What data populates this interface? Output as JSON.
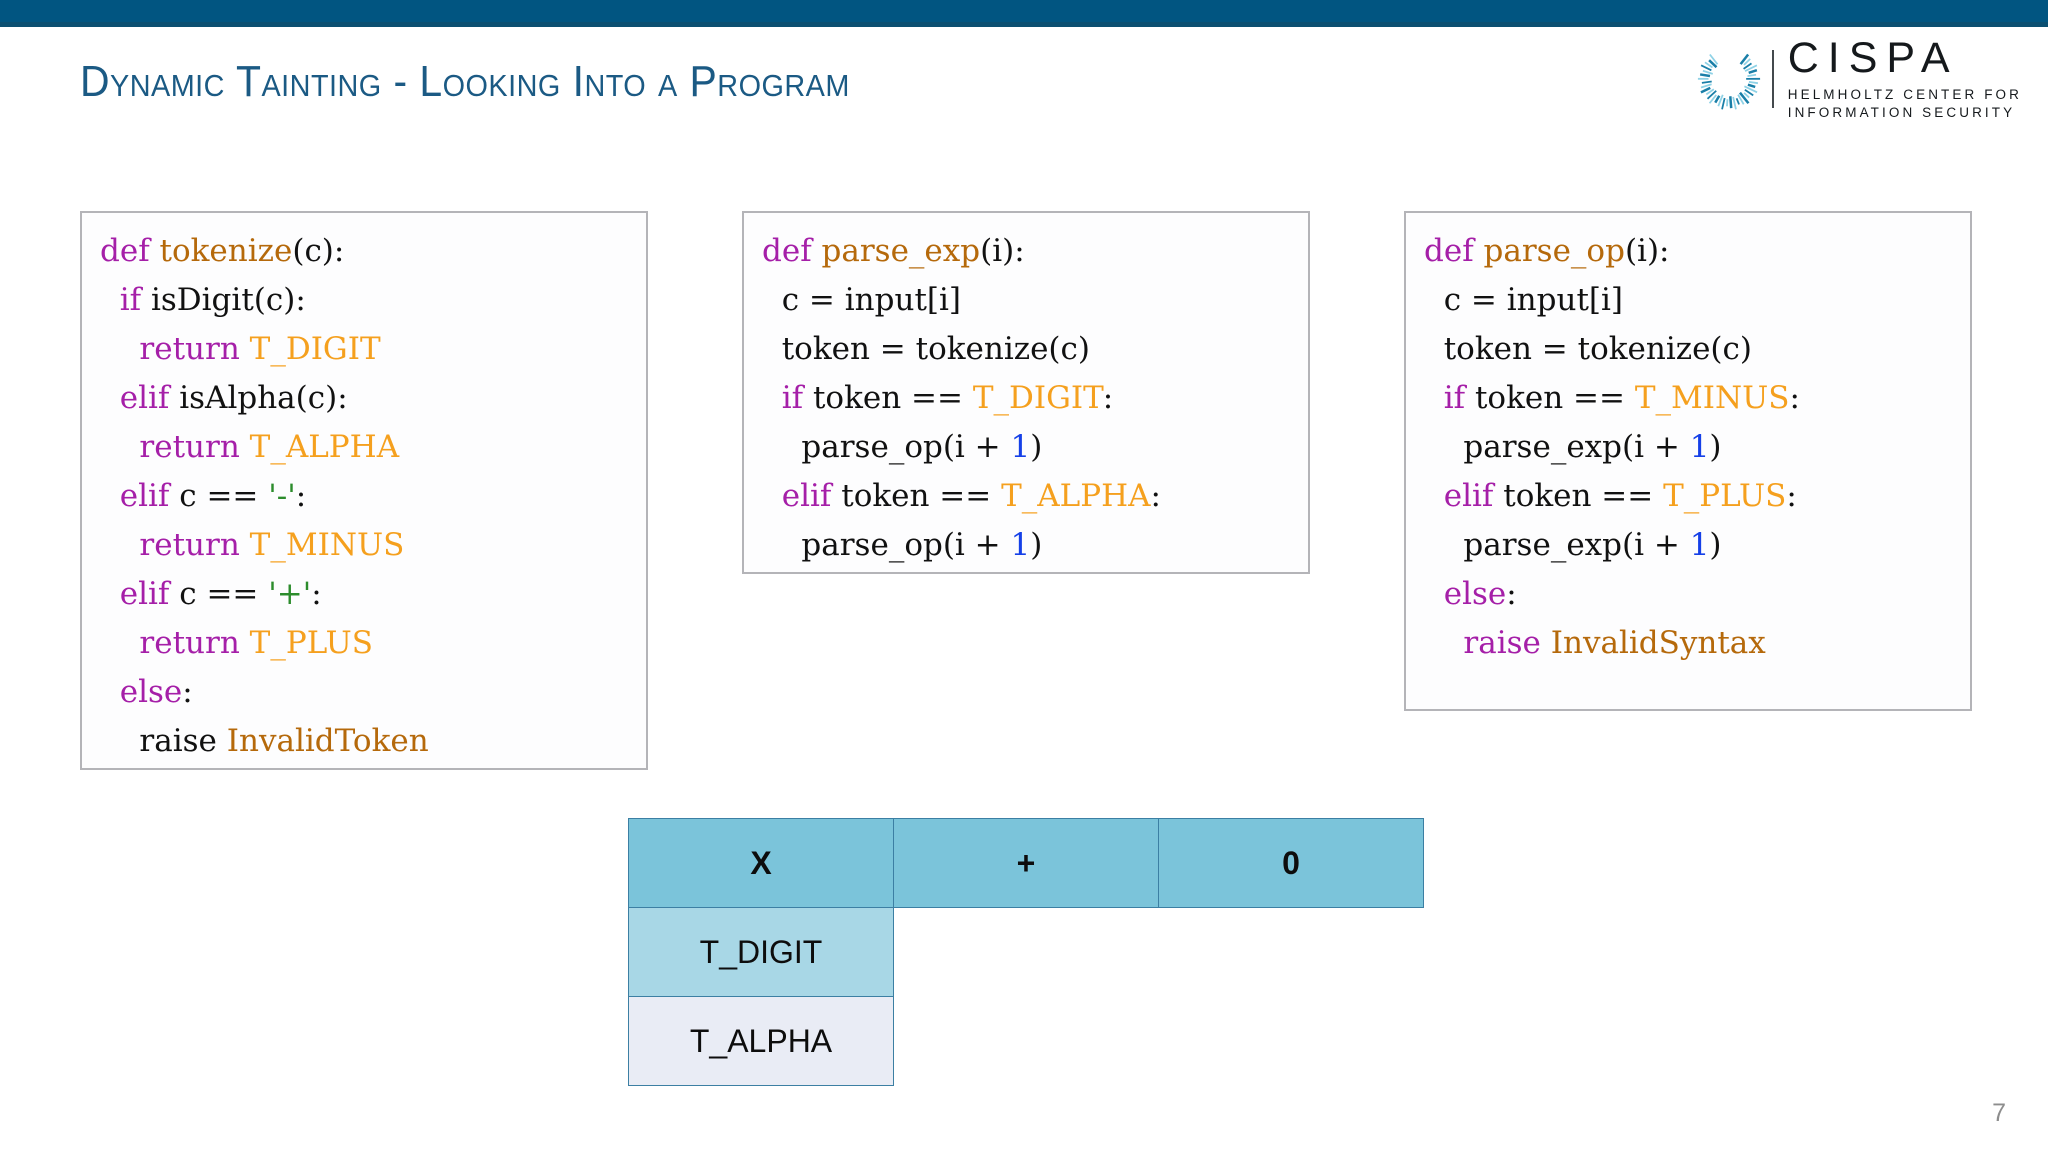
{
  "slide": {
    "title": "Dynamic Tainting - Looking Into a Program",
    "page_number": "7",
    "accent_bar_color": "#015581",
    "title_color": "#1b5a84"
  },
  "logo": {
    "mark_name": "cispa-c-mark",
    "title": "CISPA",
    "subtitle_line1": "HELMHOLTZ CENTER FOR",
    "subtitle_line2": "INFORMATION SECURITY",
    "mark_color_light": "#8fd2e6",
    "mark_color_dark": "#1a7fa8"
  },
  "syntax_colors": {
    "keyword": "#a51fa8",
    "function": "#b5690b",
    "constant": "#f5a01e",
    "string": "#2c8c2c",
    "number": "#1540e8",
    "plain": "#111111"
  },
  "code_blocks": [
    {
      "name": "tokenize",
      "lines": [
        [
          {
            "t": "def ",
            "c": "kw"
          },
          {
            "t": "tokenize",
            "c": "fn"
          },
          {
            "t": "(c):",
            "c": "plain"
          }
        ],
        [
          {
            "t": "  ",
            "c": "plain"
          },
          {
            "t": "if ",
            "c": "kw"
          },
          {
            "t": "isDigit(c):",
            "c": "plain"
          }
        ],
        [
          {
            "t": "    ",
            "c": "plain"
          },
          {
            "t": "return ",
            "c": "kw"
          },
          {
            "t": "T_DIGIT",
            "c": "const"
          }
        ],
        [
          {
            "t": "  ",
            "c": "plain"
          },
          {
            "t": "elif ",
            "c": "kw"
          },
          {
            "t": "isAlpha(c):",
            "c": "plain"
          }
        ],
        [
          {
            "t": "    ",
            "c": "plain"
          },
          {
            "t": "return ",
            "c": "kw"
          },
          {
            "t": "T_ALPHA",
            "c": "const"
          }
        ],
        [
          {
            "t": "  ",
            "c": "plain"
          },
          {
            "t": "elif ",
            "c": "kw"
          },
          {
            "t": "c == ",
            "c": "plain"
          },
          {
            "t": "'-'",
            "c": "str"
          },
          {
            "t": ":",
            "c": "plain"
          }
        ],
        [
          {
            "t": "    ",
            "c": "plain"
          },
          {
            "t": "return ",
            "c": "kw"
          },
          {
            "t": "T_MINUS",
            "c": "const"
          }
        ],
        [
          {
            "t": "  ",
            "c": "plain"
          },
          {
            "t": "elif ",
            "c": "kw"
          },
          {
            "t": "c == ",
            "c": "plain"
          },
          {
            "t": "'+'",
            "c": "str"
          },
          {
            "t": ":",
            "c": "plain"
          }
        ],
        [
          {
            "t": "    ",
            "c": "plain"
          },
          {
            "t": "return ",
            "c": "kw"
          },
          {
            "t": "T_PLUS",
            "c": "const"
          }
        ],
        [
          {
            "t": "  ",
            "c": "plain"
          },
          {
            "t": "else",
            "c": "kw"
          },
          {
            "t": ":",
            "c": "plain"
          }
        ],
        [
          {
            "t": "    raise ",
            "c": "plain"
          },
          {
            "t": "InvalidToken",
            "c": "fn"
          }
        ]
      ]
    },
    {
      "name": "parse_exp",
      "lines": [
        [
          {
            "t": "def ",
            "c": "kw"
          },
          {
            "t": "parse_exp",
            "c": "fn"
          },
          {
            "t": "(i):",
            "c": "plain"
          }
        ],
        [
          {
            "t": "  c = input[i]",
            "c": "plain"
          }
        ],
        [
          {
            "t": "  token = tokenize(c)",
            "c": "plain"
          }
        ],
        [
          {
            "t": "  ",
            "c": "plain"
          },
          {
            "t": "if ",
            "c": "kw"
          },
          {
            "t": "token == ",
            "c": "plain"
          },
          {
            "t": "T_DIGIT",
            "c": "const"
          },
          {
            "t": ":",
            "c": "plain"
          }
        ],
        [
          {
            "t": "    parse_op(i + ",
            "c": "plain"
          },
          {
            "t": "1",
            "c": "num"
          },
          {
            "t": ")",
            "c": "plain"
          }
        ],
        [
          {
            "t": "  ",
            "c": "plain"
          },
          {
            "t": "elif ",
            "c": "kw"
          },
          {
            "t": "token == ",
            "c": "plain"
          },
          {
            "t": "T_ALPHA",
            "c": "const"
          },
          {
            "t": ":",
            "c": "plain"
          }
        ],
        [
          {
            "t": "    parse_op(i + ",
            "c": "plain"
          },
          {
            "t": "1",
            "c": "num"
          },
          {
            "t": ")",
            "c": "plain"
          }
        ]
      ]
    },
    {
      "name": "parse_op",
      "lines": [
        [
          {
            "t": "def ",
            "c": "kw"
          },
          {
            "t": "parse_op",
            "c": "fn"
          },
          {
            "t": "(i):",
            "c": "plain"
          }
        ],
        [
          {
            "t": "  c = input[i]",
            "c": "plain"
          }
        ],
        [
          {
            "t": "  token = tokenize(c)",
            "c": "plain"
          }
        ],
        [
          {
            "t": "  ",
            "c": "plain"
          },
          {
            "t": "if ",
            "c": "kw"
          },
          {
            "t": "token == ",
            "c": "plain"
          },
          {
            "t": "T_MINUS",
            "c": "const"
          },
          {
            "t": ":",
            "c": "plain"
          }
        ],
        [
          {
            "t": "    parse_exp(i + ",
            "c": "plain"
          },
          {
            "t": "1",
            "c": "num"
          },
          {
            "t": ")",
            "c": "plain"
          }
        ],
        [
          {
            "t": "  ",
            "c": "plain"
          },
          {
            "t": "elif ",
            "c": "kw"
          },
          {
            "t": "token == ",
            "c": "plain"
          },
          {
            "t": "T_PLUS",
            "c": "const"
          },
          {
            "t": ":",
            "c": "plain"
          }
        ],
        [
          {
            "t": "    parse_exp(i + ",
            "c": "plain"
          },
          {
            "t": "1",
            "c": "num"
          },
          {
            "t": ")",
            "c": "plain"
          }
        ],
        [
          {
            "t": "  ",
            "c": "plain"
          },
          {
            "t": "else",
            "c": "kw"
          },
          {
            "t": ":",
            "c": "plain"
          }
        ],
        [
          {
            "t": "    ",
            "c": "plain"
          },
          {
            "t": "raise ",
            "c": "kw"
          },
          {
            "t": "InvalidSyntax",
            "c": "fn"
          }
        ]
      ]
    }
  ],
  "table": {
    "header": [
      "X",
      "+",
      "0"
    ],
    "rows": [
      {
        "cells": [
          "T_DIGIT",
          "",
          ""
        ],
        "styles": [
          "row1",
          "empty",
          "empty"
        ]
      },
      {
        "cells": [
          "T_ALPHA",
          "",
          ""
        ],
        "styles": [
          "row2",
          "empty",
          "empty"
        ]
      }
    ],
    "header_bg": "#7bc4da",
    "row1_bg": "#a8d7e6",
    "row2_bg": "#e9ecf5",
    "border_color": "#3c7fa3"
  }
}
